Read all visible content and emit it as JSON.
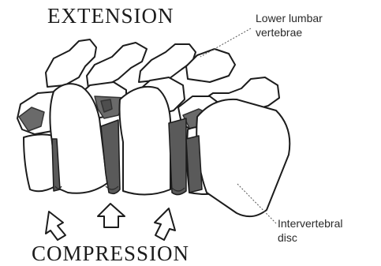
{
  "heading_top": "EXTENSION",
  "heading_bottom": "COMPRESSION",
  "labels": {
    "vertebrae_line1": "Lower lumbar",
    "vertebrae_line2": "vertebrae",
    "disc_line1": "Intervertebral",
    "disc_line2": "disc"
  },
  "colors": {
    "ink": "#1c1c1c",
    "shade": "#5f5f5f",
    "bone": "#ffffff"
  }
}
